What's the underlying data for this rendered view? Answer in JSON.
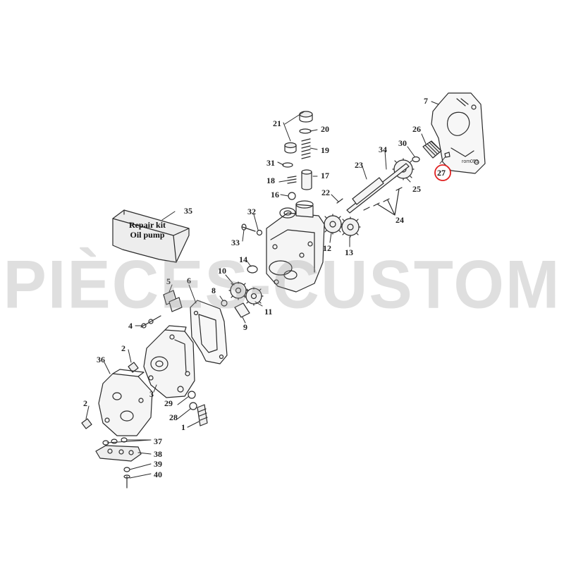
{
  "diagram": {
    "watermark": "PIÈCES-CUSTOM",
    "reference_code": "rom051",
    "kit_label_line1": "Repair kit",
    "kit_label_line2": "Oil pump",
    "highlight_color": "#e02020",
    "highlighted_part": "27",
    "labels": {
      "p1": "1",
      "p2a": "2",
      "p2b": "2",
      "p3": "3",
      "p4": "4",
      "p5": "5",
      "p6": "6",
      "p7": "7",
      "p8": "8",
      "p9": "9",
      "p10": "10",
      "p11": "11",
      "p12": "12",
      "p13": "13",
      "p14": "14",
      "p16": "16",
      "p17": "17",
      "p18": "18",
      "p19": "19",
      "p20": "20",
      "p21": "21",
      "p22": "22",
      "p23": "23",
      "p24": "24",
      "p25": "25",
      "p26": "26",
      "p27": "27",
      "p28": "28",
      "p29": "29",
      "p30": "30",
      "p31": "31",
      "p32": "32",
      "p33": "33",
      "p34": "34",
      "p35": "35",
      "p36": "36",
      "p37": "37",
      "p38": "38",
      "p39": "39",
      "p40": "40"
    }
  }
}
